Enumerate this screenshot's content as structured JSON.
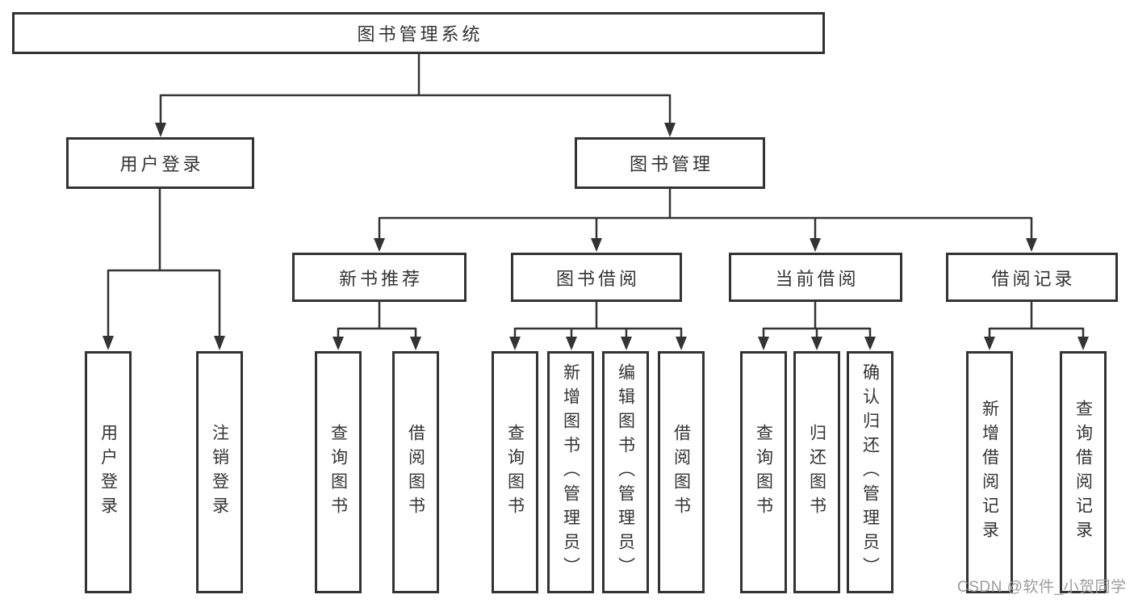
{
  "diagram": {
    "root": {
      "label": "图书管理系统"
    },
    "level2": [
      {
        "label": "用户登录"
      },
      {
        "label": "图书管理"
      }
    ],
    "level3": [
      {
        "label": "新书推荐"
      },
      {
        "label": "图书借阅"
      },
      {
        "label": "当前借阅"
      },
      {
        "label": "借阅记录"
      }
    ],
    "leaves": {
      "user_login": [
        "用户登录",
        "注销登录"
      ],
      "new_book_recommend": [
        "查询图书",
        "借阅图书"
      ],
      "book_borrow": [
        "查询图书",
        "新增图书（管理员）",
        "编辑图书（管理员）",
        "借阅图书"
      ],
      "current_borrow": [
        "查询图书",
        "归还图书",
        "确认归还（管理员）"
      ],
      "borrow_records": [
        "新增借阅记录",
        "查询借阅记录"
      ]
    }
  },
  "watermark": {
    "text": "CSDN @软件_小贺同学"
  },
  "colors": {
    "line": "#333333",
    "box_border": "#333333",
    "text": "#333333",
    "watermark_text": "#9c9c9c",
    "background": "#ffffff"
  }
}
